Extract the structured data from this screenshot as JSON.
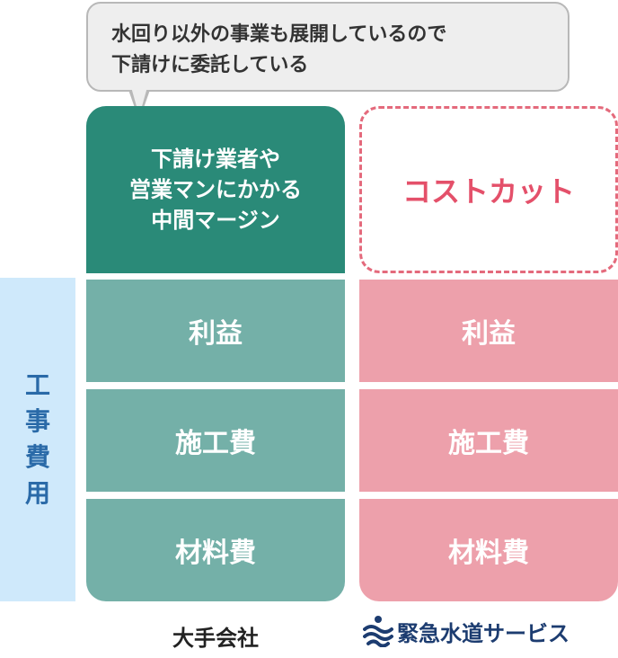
{
  "bubble": {
    "line1": "水回り以外の事業も展開しているので",
    "line2": "下請けに委託している"
  },
  "side_label": [
    "工",
    "事",
    "費",
    "用"
  ],
  "left_column": {
    "margin_lines": [
      "下請け業者や",
      "営業マンにかかる",
      "中間マージン"
    ],
    "profit": "利益",
    "construction": "施工費",
    "materials": "材料費",
    "caption": "大手会社"
  },
  "right_column": {
    "cost_cut": "コストカット",
    "profit": "利益",
    "construction": "施工費",
    "materials": "材料費",
    "brand_name": "緊急水道サービス"
  },
  "colors": {
    "dark_teal": "#2a8a78",
    "teal": "#74b0a8",
    "pink": "#eda0ab",
    "cost_cut_red": "#e4506a",
    "side_blue": "#cfe9fb",
    "side_text": "#2a6aa8",
    "brand_navy": "#1c3c70"
  },
  "icons": {
    "brand_logo": "wave-logo-icon"
  }
}
